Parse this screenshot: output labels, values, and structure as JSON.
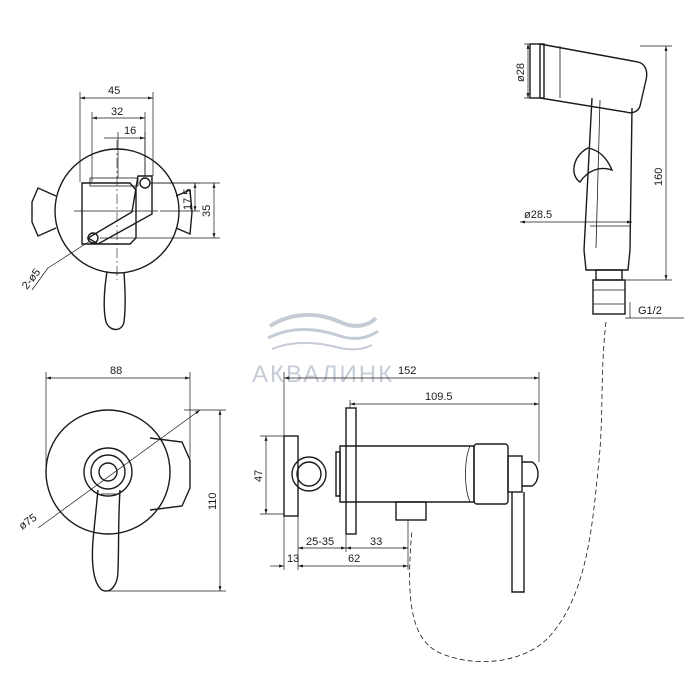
{
  "watermark": {
    "brand": "АКВАЛИНК",
    "color": "#c5ccd6"
  },
  "line_color": "#1a1a1a",
  "views": {
    "top_view": {
      "dims": {
        "w45": "45",
        "w32": "32",
        "w16": "16",
        "h17_5": "17.5",
        "h35": "35",
        "holes": "2-ø5"
      }
    },
    "front_view": {
      "dims": {
        "w88": "88",
        "h110": "110",
        "d75": "ø75"
      }
    },
    "side_view": {
      "dims": {
        "w152": "152",
        "w109_5": "109.5",
        "h47": "47",
        "d13": "13",
        "d25_35": "25-35",
        "d33": "33",
        "d62": "62"
      }
    },
    "handshower": {
      "dims": {
        "d28": "ø28",
        "d28_5": "ø28.5",
        "h160": "160",
        "thread": "G1/2"
      }
    }
  }
}
